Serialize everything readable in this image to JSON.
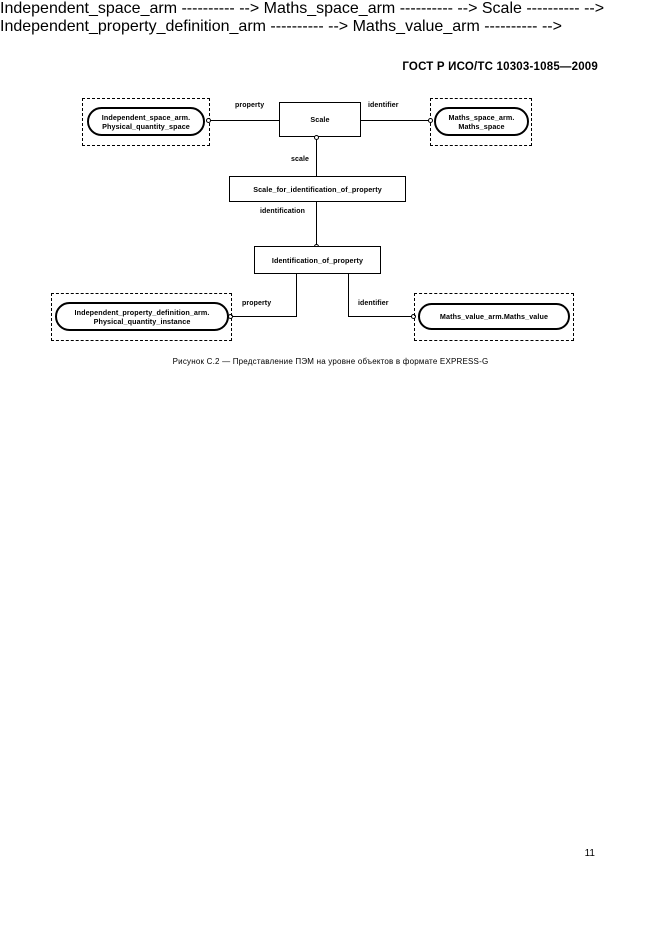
{
  "document": {
    "header": "ГОСТ Р ИСО/ТС 10303-1085—2009",
    "page_number": "11",
    "caption": "Рисунок С.2 — Представление ПЭМ на уровне объектов в формате EXPRESS-G"
  },
  "diagram": {
    "type": "EXPRESS-G object level model",
    "entities": [
      {
        "id": "independent-space-arm",
        "shape": "rounded",
        "framed": true,
        "lines": [
          "Independent_space_arm.",
          "Physical_quantity_space"
        ]
      },
      {
        "id": "scale",
        "shape": "rectangle",
        "framed": false,
        "lines": [
          "Scale"
        ]
      },
      {
        "id": "maths-space-arm",
        "shape": "rounded",
        "framed": true,
        "lines": [
          "Maths_space_arm.",
          "Maths_space"
        ]
      },
      {
        "id": "scale-for-identification-of-property",
        "shape": "rectangle",
        "framed": false,
        "lines": [
          "Scale_for_identification_of_property"
        ]
      },
      {
        "id": "identification-of-property",
        "shape": "rectangle",
        "framed": false,
        "lines": [
          "Identification_of_property"
        ]
      },
      {
        "id": "independent-property-definition-arm",
        "shape": "rounded",
        "framed": true,
        "lines": [
          "Independent_property_definition_arm.",
          "Physical_quantity_instance"
        ]
      },
      {
        "id": "maths-value-arm",
        "shape": "rounded",
        "framed": true,
        "lines": [
          "Maths_value_arm.Maths_value"
        ]
      }
    ],
    "relationships": [
      {
        "id": "scale-property",
        "label": "property",
        "from": "scale",
        "to": "independent-space-arm"
      },
      {
        "id": "scale-identifier",
        "label": "identifier",
        "from": "scale",
        "to": "maths-space-arm"
      },
      {
        "id": "sfiop-scale",
        "label": "scale",
        "from": "scale-for-identification-of-property",
        "to": "scale"
      },
      {
        "id": "sfiop-identification",
        "label": "identification",
        "from": "scale-for-identification-of-property",
        "to": "identification-of-property"
      },
      {
        "id": "iop-property",
        "label": "property",
        "from": "identification-of-property",
        "to": "independent-property-definition-arm"
      },
      {
        "id": "iop-identifier",
        "label": "identifier",
        "from": "identification-of-property",
        "to": "maths-value-arm"
      }
    ]
  }
}
